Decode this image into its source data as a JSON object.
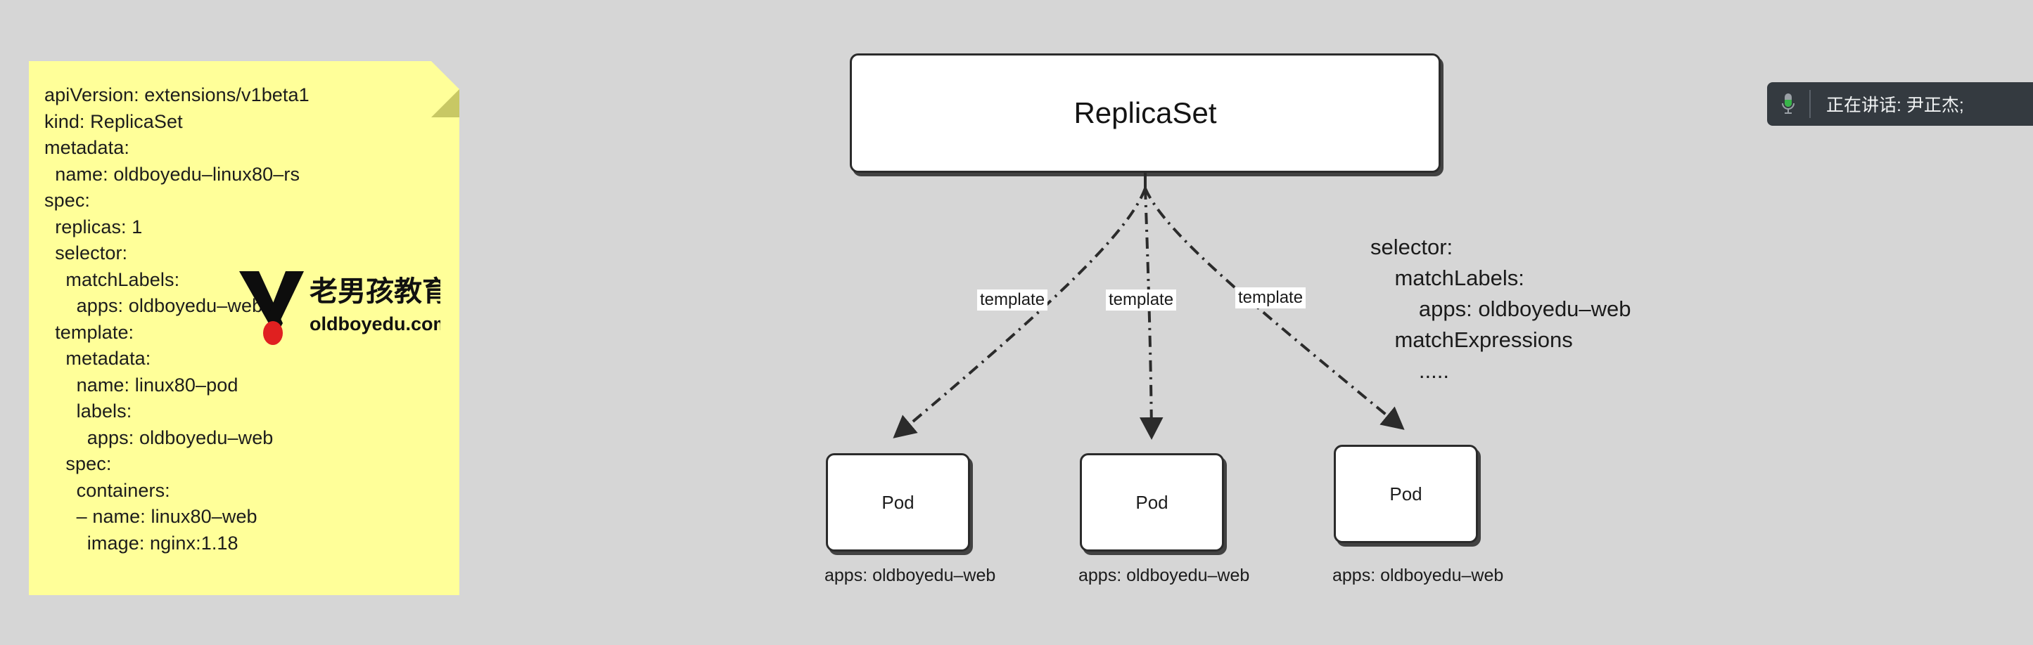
{
  "canvas": {
    "background_color": "#d6d6d6"
  },
  "note": {
    "background_color": "#ffff99",
    "fold_color": "#c8c864",
    "yaml_lines": [
      "apiVersion: extensions/v1beta1",
      "kind: ReplicaSet",
      "metadata:",
      "  name: oldboyedu–linux80–rs",
      "spec:",
      "  replicas: 1",
      "  selector:",
      "    matchLabels:",
      "      apps: oldboyedu–web",
      "  template:",
      "    metadata:",
      "      name: linux80–pod",
      "      labels:",
      "        apps: oldboyedu–web",
      "    spec:",
      "      containers:",
      "      – name: linux80–web",
      "        image: nginx:1.18"
    ],
    "watermark": {
      "brand_cn": "老男孩教育",
      "brand_url": "oldboyedu.com",
      "mark_color": "#0d0d0d",
      "dot_color": "#e02020"
    }
  },
  "diagram": {
    "replicaset": {
      "label": "ReplicaSet"
    },
    "edge_labels": [
      "template",
      "template",
      "template"
    ],
    "pods": [
      {
        "label": "Pod",
        "caption": "apps: oldboyedu–web"
      },
      {
        "label": "Pod",
        "caption": "apps: oldboyedu–web"
      },
      {
        "label": "Pod",
        "caption": "apps: oldboyedu–web"
      }
    ],
    "selector_annotation": [
      "selector:",
      "    matchLabels:",
      "        apps: oldboyedu–web",
      "    matchExpressions",
      "        …..",
      "....."
    ],
    "selector_lines": [
      "selector:",
      "    matchLabels:",
      "        apps: oldboyedu–web",
      "    matchExpressions",
      "        ....."
    ],
    "box_border_color": "#2b2b2b",
    "box_fill_color": "#ffffff",
    "connector_color": "#2b2b2b"
  },
  "speaker_banner": {
    "icon": "microphone-icon",
    "text": "正在讲话: 尹正杰;",
    "background_color": "#343a40",
    "mic_active_color": "#39b54a",
    "text_color": "#f2f4f5"
  }
}
